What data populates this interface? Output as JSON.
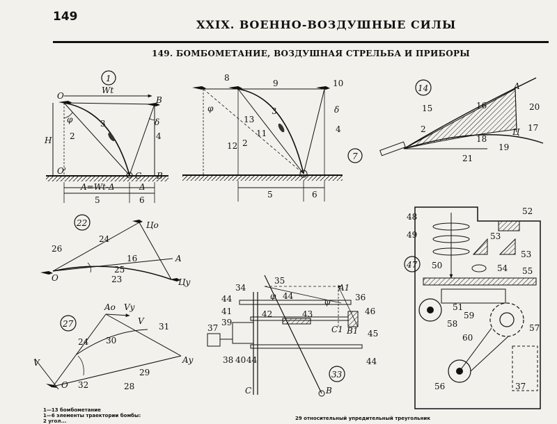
{
  "header": {
    "page_number": "149",
    "chapter_title": "XXIX. ВОЕННО-ВОЗДУШНЫЕ СИЛЫ",
    "section_title": "149. БОМБОМЕТАНИЕ, ВОЗДУШНАЯ  СТРЕЛЬБА И ПРИБОРЫ"
  },
  "figure_1": {
    "number": "1",
    "labels": {
      "O": "O",
      "B": "B",
      "Wt": "Wt",
      "phi": "φ",
      "two": "2",
      "three": "3",
      "four": "4",
      "delta": "δ",
      "H": "H",
      "O_prime": "O'",
      "C": "C",
      "B_ground": "B",
      "A_formula": "A=Wt-Δ",
      "Delta": "Δ",
      "five": "5",
      "six": "6"
    }
  },
  "figure_7": {
    "number": "7",
    "labels": {
      "eight": "8",
      "nine": "9",
      "ten": "10",
      "phi": "φ",
      "delta": "δ",
      "three": "3",
      "thirteen": "13",
      "two": "2",
      "eleven": "11",
      "twelve": "12",
      "four": "4",
      "five": "5",
      "six": "6"
    }
  },
  "figure_14": {
    "number": "14",
    "labels": {
      "A": "A",
      "fifteen": "15",
      "sixteen": "16",
      "twenty": "20",
      "two": "2",
      "seventeen": "17",
      "Ts": "Ц",
      "eighteen": "18",
      "nineteen": "19",
      "twentyone": "21"
    }
  },
  "figure_22": {
    "number": "22",
    "labels": {
      "Ts_o": "Цo",
      "twentyfour": "24",
      "twentysix": "26",
      "sixteen": "16",
      "A": "A",
      "twentyfive": "25",
      "O": "O",
      "twentythree": "23",
      "Ts_y": "Цу"
    }
  },
  "figure_27": {
    "number": "27",
    "labels": {
      "A_o": "Ao",
      "V_y": "Vу",
      "V": "V",
      "thirtyone": "31",
      "thirty": "30",
      "twentyfour": "24",
      "A_y": "Aу",
      "V_left": "V",
      "twentynine": "29",
      "O": "O",
      "thirtytwo": "32",
      "twentyeight": "28"
    }
  },
  "figure_33": {
    "number": "33",
    "labels": {
      "thirtyfour": "34",
      "thirtyfive": "35",
      "A1": "A1",
      "fortyfour_a": "44",
      "fortyfour_b": "44",
      "thirtysix": "36",
      "phi_a": "φ",
      "phi_b": "φ",
      "fortyone": "41",
      "fortytwo": "42",
      "fortythree": "43",
      "fortysix": "46",
      "thirtyseven": "37",
      "thirtynine": "39",
      "C1": "C1",
      "B1": "B1",
      "fortyfive": "45",
      "thirtyeight": "38",
      "forty": "40",
      "fortyfour_c": "44",
      "fortyfour_d": "44",
      "C": "C",
      "B": "B"
    }
  },
  "figure_47": {
    "number": "47",
    "labels": {
      "fortyeight": "48",
      "fiftytwo": "52",
      "fortynine": "49",
      "fiftythree_a": "53",
      "fiftythree_b": "53",
      "fifty": "50",
      "fiftyfour": "54",
      "fiftyfive": "55",
      "fiftyone": "51",
      "fiftynine": "59",
      "fiftyeight": "58",
      "sixty": "60",
      "fiftyseven": "57",
      "fiftysix": "56",
      "thirtyseven": "37"
    }
  },
  "footer": {
    "line_1": "1—13 бомбометание",
    "line_2": "1—6 элементы траектории бомбы:",
    "line_3": "2 угол...",
    "right": "29 относительный упредительный треугольник"
  }
}
